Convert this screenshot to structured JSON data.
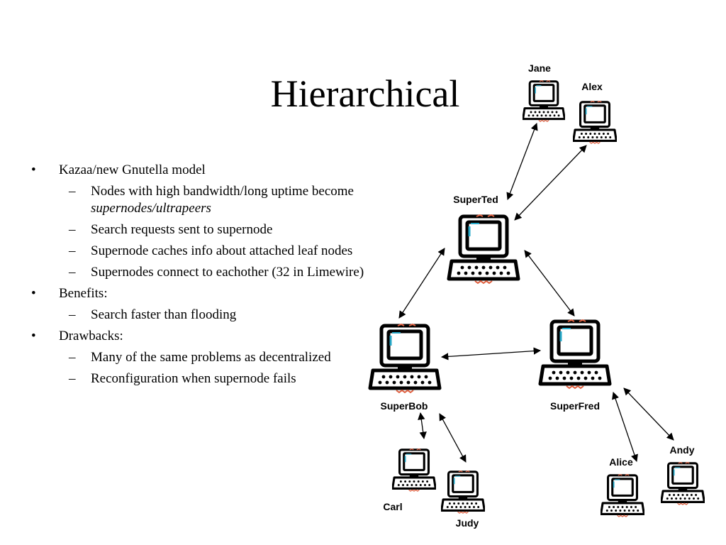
{
  "slide": {
    "title": "Hierarchical",
    "bullets": [
      {
        "text": "Kazaa/new Gnutella model",
        "sub": [
          {
            "text": "Nodes with high bandwidth/long uptime become ",
            "em": "supernodes/ultrapeers"
          },
          {
            "text": "Search requests sent to supernode"
          },
          {
            "text": "Supernode caches info about attached leaf nodes"
          },
          {
            "text": "Supernodes connect to eachother (32 in Limewire)"
          }
        ]
      },
      {
        "text": "Benefits:",
        "sub": [
          {
            "text": "Search faster than flooding"
          }
        ]
      },
      {
        "text": "Drawbacks:",
        "sub": [
          {
            "text": "Many of the same problems as decentralized"
          },
          {
            "text": "Reconfiguration when supernode fails"
          }
        ]
      }
    ],
    "bullet_marker": "•",
    "sub_marker": "–"
  },
  "diagram": {
    "icon": "desktop-computer-icon",
    "nodes": {
      "jane": "Jane",
      "alex": "Alex",
      "superted": "SuperTed",
      "superbob": "SuperBob",
      "superfred": "SuperFred",
      "carl": "Carl",
      "judy": "Judy",
      "alice": "Alice",
      "andy": "Andy"
    }
  }
}
